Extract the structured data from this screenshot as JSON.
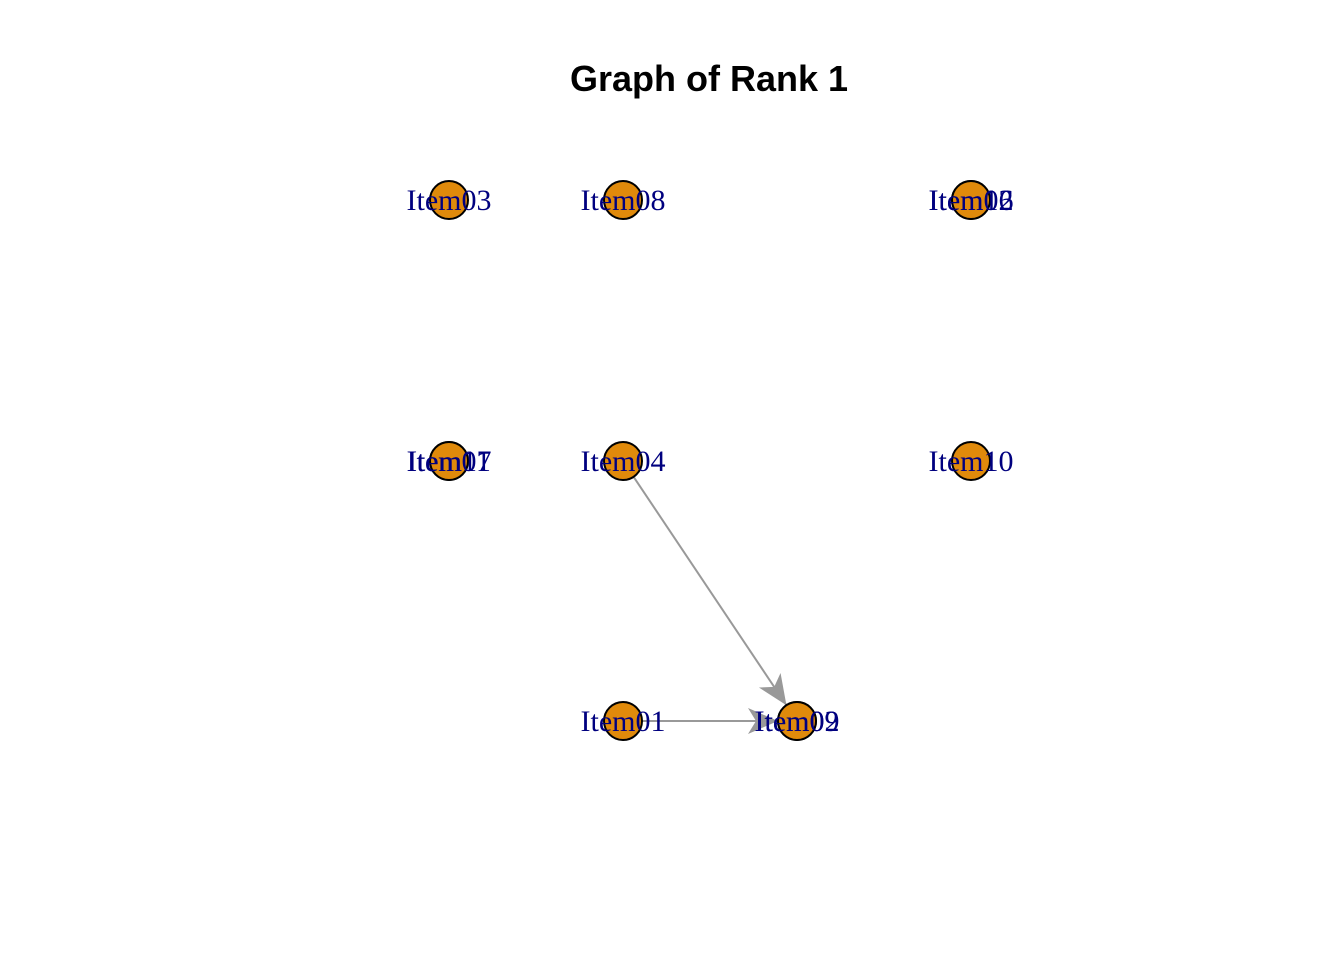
{
  "title": "Graph of  Rank 1",
  "colors": {
    "node_fill": "#e08a0b",
    "node_stroke": "#000000",
    "edge": "#999999",
    "label": "#00007f"
  },
  "nodes": [
    {
      "id": "Item03",
      "col": 0,
      "row": 0
    },
    {
      "id": "Item08",
      "col": 1,
      "row": 0
    },
    {
      "id": "Item06",
      "col": 3,
      "row": 0
    },
    {
      "id": "Item12",
      "col": 3,
      "row": 0
    },
    {
      "id": "Item07",
      "col": 0,
      "row": 1
    },
    {
      "id": "Item11",
      "col": 0,
      "row": 1
    },
    {
      "id": "Item04",
      "col": 1,
      "row": 1
    },
    {
      "id": "Item10",
      "col": 3,
      "row": 1
    },
    {
      "id": "Item01",
      "col": 1,
      "row": 2
    },
    {
      "id": "Item09",
      "col": 2,
      "row": 2
    },
    {
      "id": "Item02",
      "col": 2,
      "row": 2
    }
  ],
  "edges": [
    {
      "from": "Item04",
      "to": "Item09"
    },
    {
      "from": "Item01",
      "to": "Item09"
    }
  ]
}
